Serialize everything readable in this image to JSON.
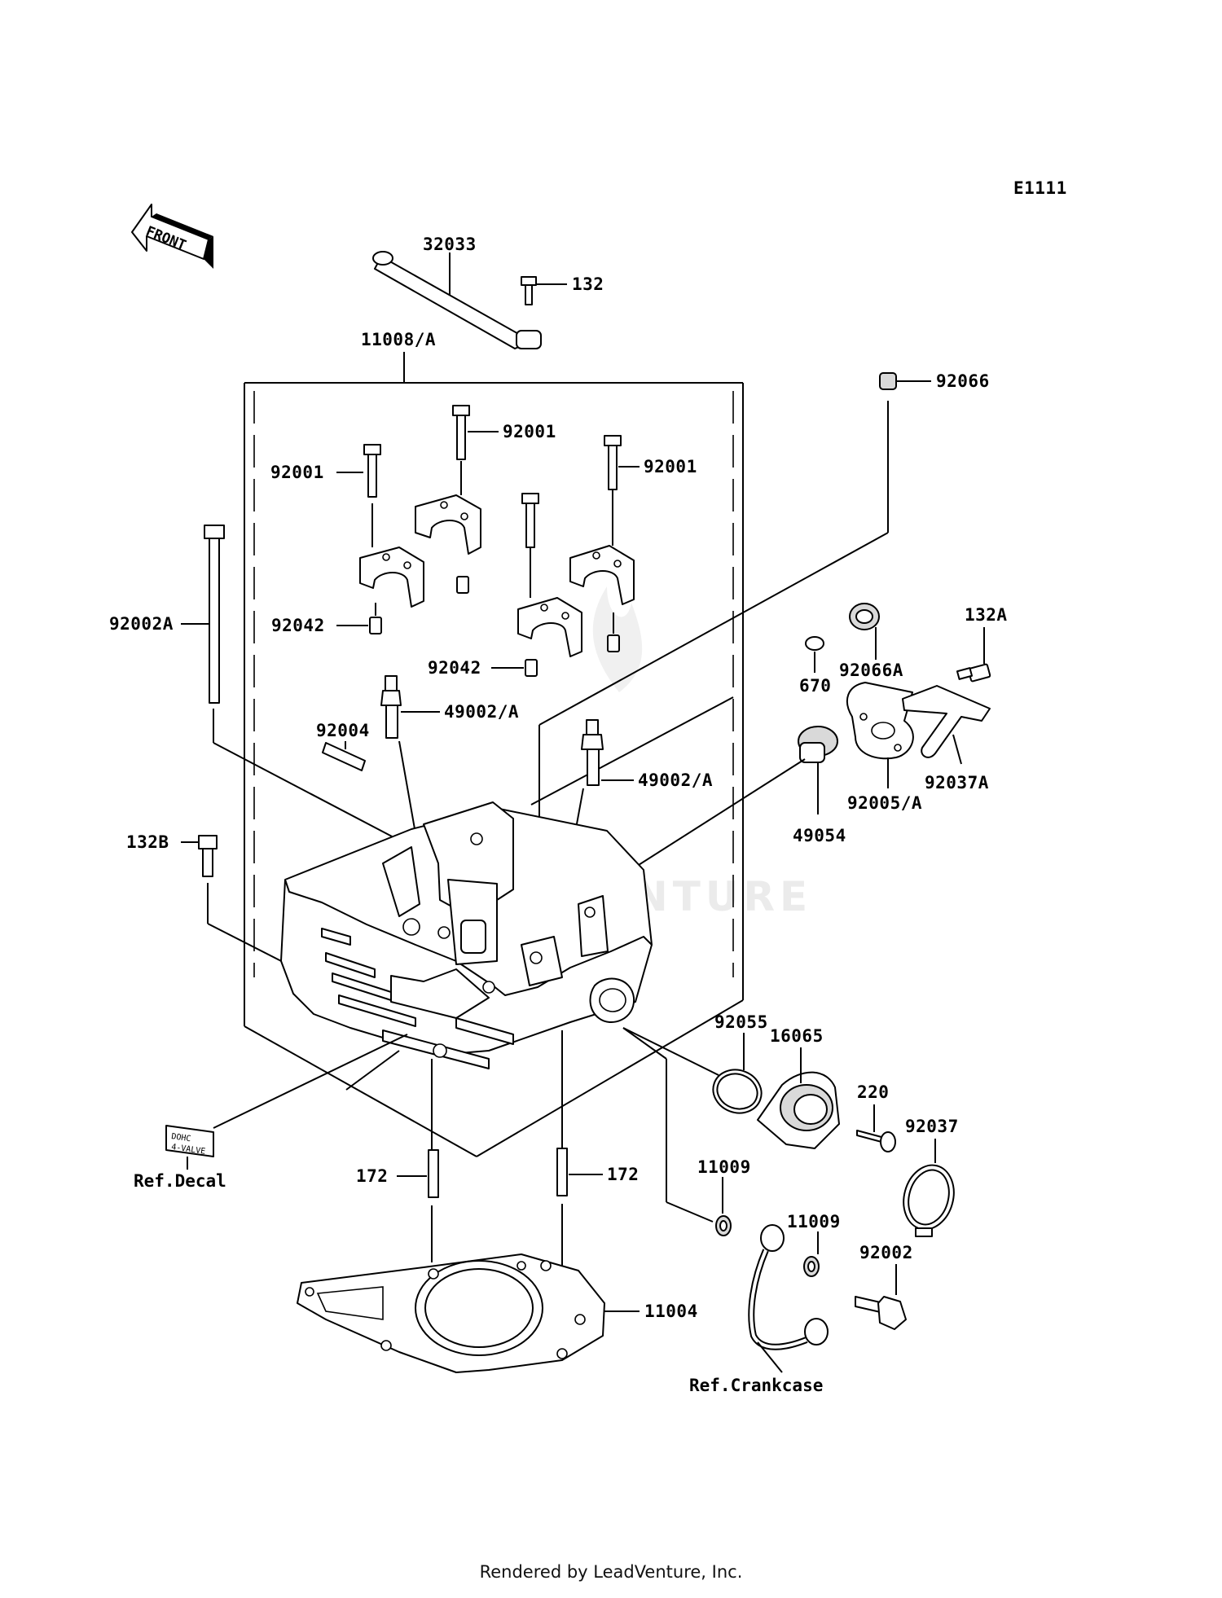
{
  "diagram_id": "E1111",
  "footer": "Rendered by LeadVenture, Inc.",
  "watermark": "LEADVENTURE",
  "front_indicator": "FRONT",
  "decal_text": [
    "DOHC",
    "4-VALVE"
  ],
  "labels": {
    "p32033": "32033",
    "p132": "132",
    "p11008A": "11008/A",
    "p92066": "92066",
    "p92001_a": "92001",
    "p92001_b": "92001",
    "p92001_c": "92001",
    "p92002A": "92002A",
    "p92042_a": "92042",
    "p92042_b": "92042",
    "p670": "670",
    "p92066A": "92066A",
    "p132A": "132A",
    "p49002A_a": "49002/A",
    "p92004": "92004",
    "p49002A_b": "49002/A",
    "p92037A": "92037A",
    "p92005A": "92005/A",
    "p49054": "49054",
    "p132B": "132B",
    "p92055": "92055",
    "p16065": "16065",
    "p220": "220",
    "p92037": "92037",
    "refDecal": "Ref.Decal",
    "p172_a": "172",
    "p172_b": "172",
    "p11009_a": "11009",
    "p11009_b": "11009",
    "p92002": "92002",
    "p11004": "11004",
    "refCrankcase": "Ref.Crankcase"
  }
}
